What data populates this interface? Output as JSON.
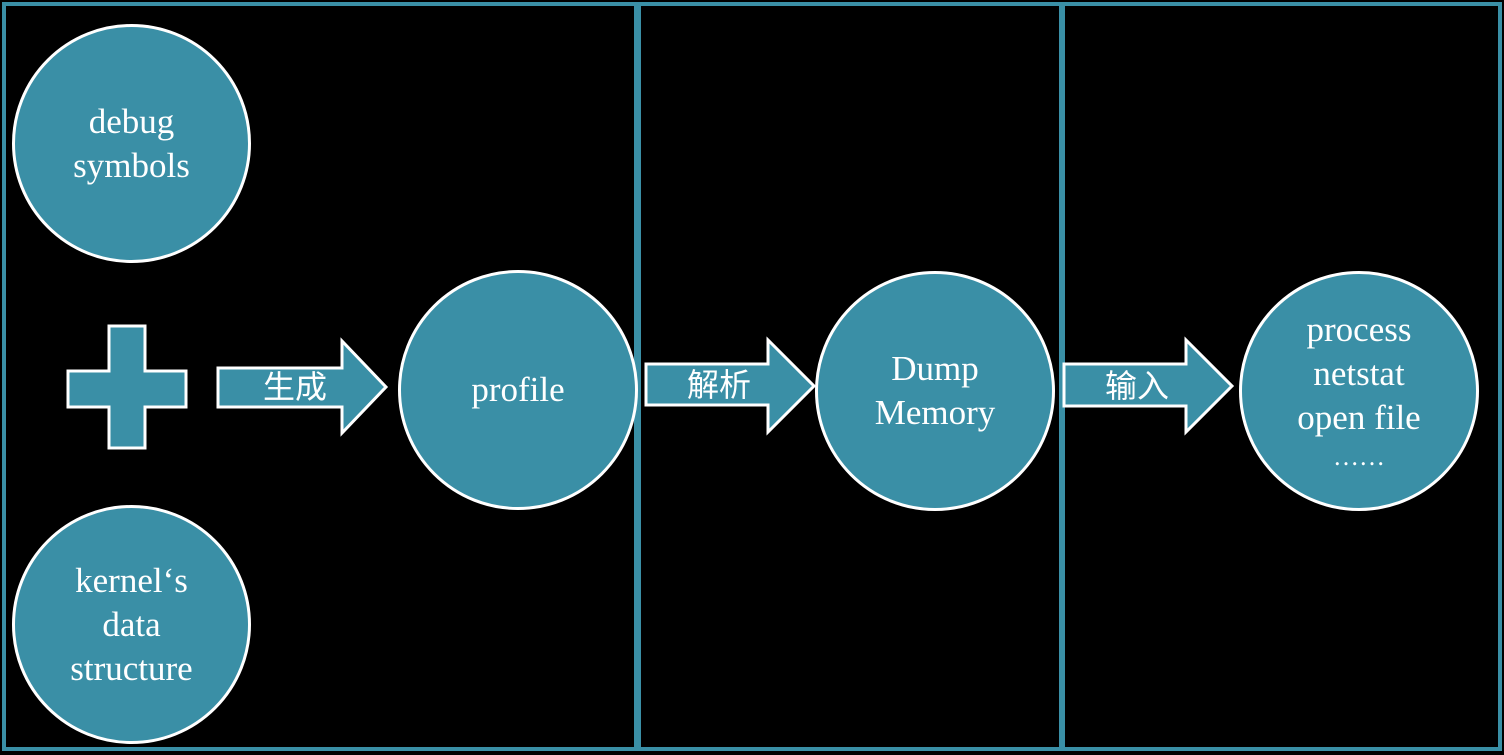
{
  "colors": {
    "background": "#000000",
    "accent": "#3a8fa6",
    "outline": "#ffffff",
    "text": "#ffffff"
  },
  "inputs": {
    "debug_symbols": [
      "debug",
      "symbols"
    ],
    "kernel_data_structure": [
      "kernel‘s",
      "data",
      "structure"
    ]
  },
  "arrows": {
    "generate": "生成",
    "parse": "解析",
    "input": "输入"
  },
  "nodes": {
    "profile": [
      "profile"
    ],
    "dump_memory": [
      "Dump",
      "Memory"
    ],
    "results": [
      "process",
      "netstat",
      "open file",
      "……"
    ]
  }
}
